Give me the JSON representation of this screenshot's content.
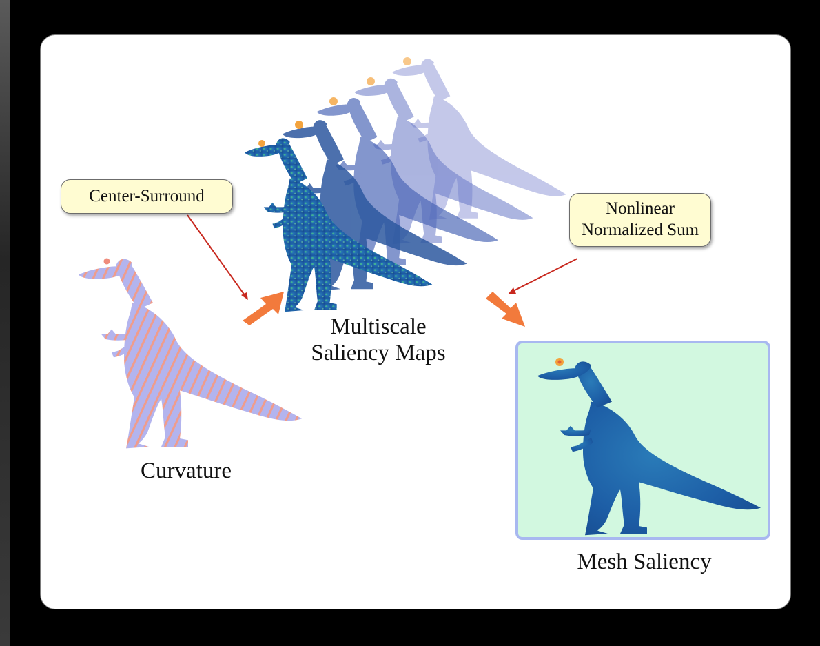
{
  "labels": {
    "center_surround": "Center-Surround",
    "nonlinear_line1": "Nonlinear",
    "nonlinear_line2": "Normalized Sum",
    "multiscale_line1": "Multiscale",
    "multiscale_line2": "Saliency Maps",
    "curvature": "Curvature",
    "mesh_saliency": "Mesh Saliency"
  },
  "colors": {
    "background": "#000000",
    "panel": "#ffffff",
    "callout_fill": "#fffcd2",
    "arrow_orange": "#f27a3c",
    "pointer_red": "#c8281e",
    "curvature_body": "#b3b4ee",
    "curvature_stripes": "#ef9c8c",
    "saliency_body": "#1a5aa0",
    "saliency_highlight": "#4fd08c",
    "mesh_box_fill": "#d2f8e0",
    "mesh_box_border": "#a8b8f0"
  },
  "icons": [
    "curvature-dinosaur",
    "saliency-dinosaur-stack",
    "mesh-saliency-dinosaur",
    "big-orange-arrow",
    "red-pointer-arrow"
  ]
}
